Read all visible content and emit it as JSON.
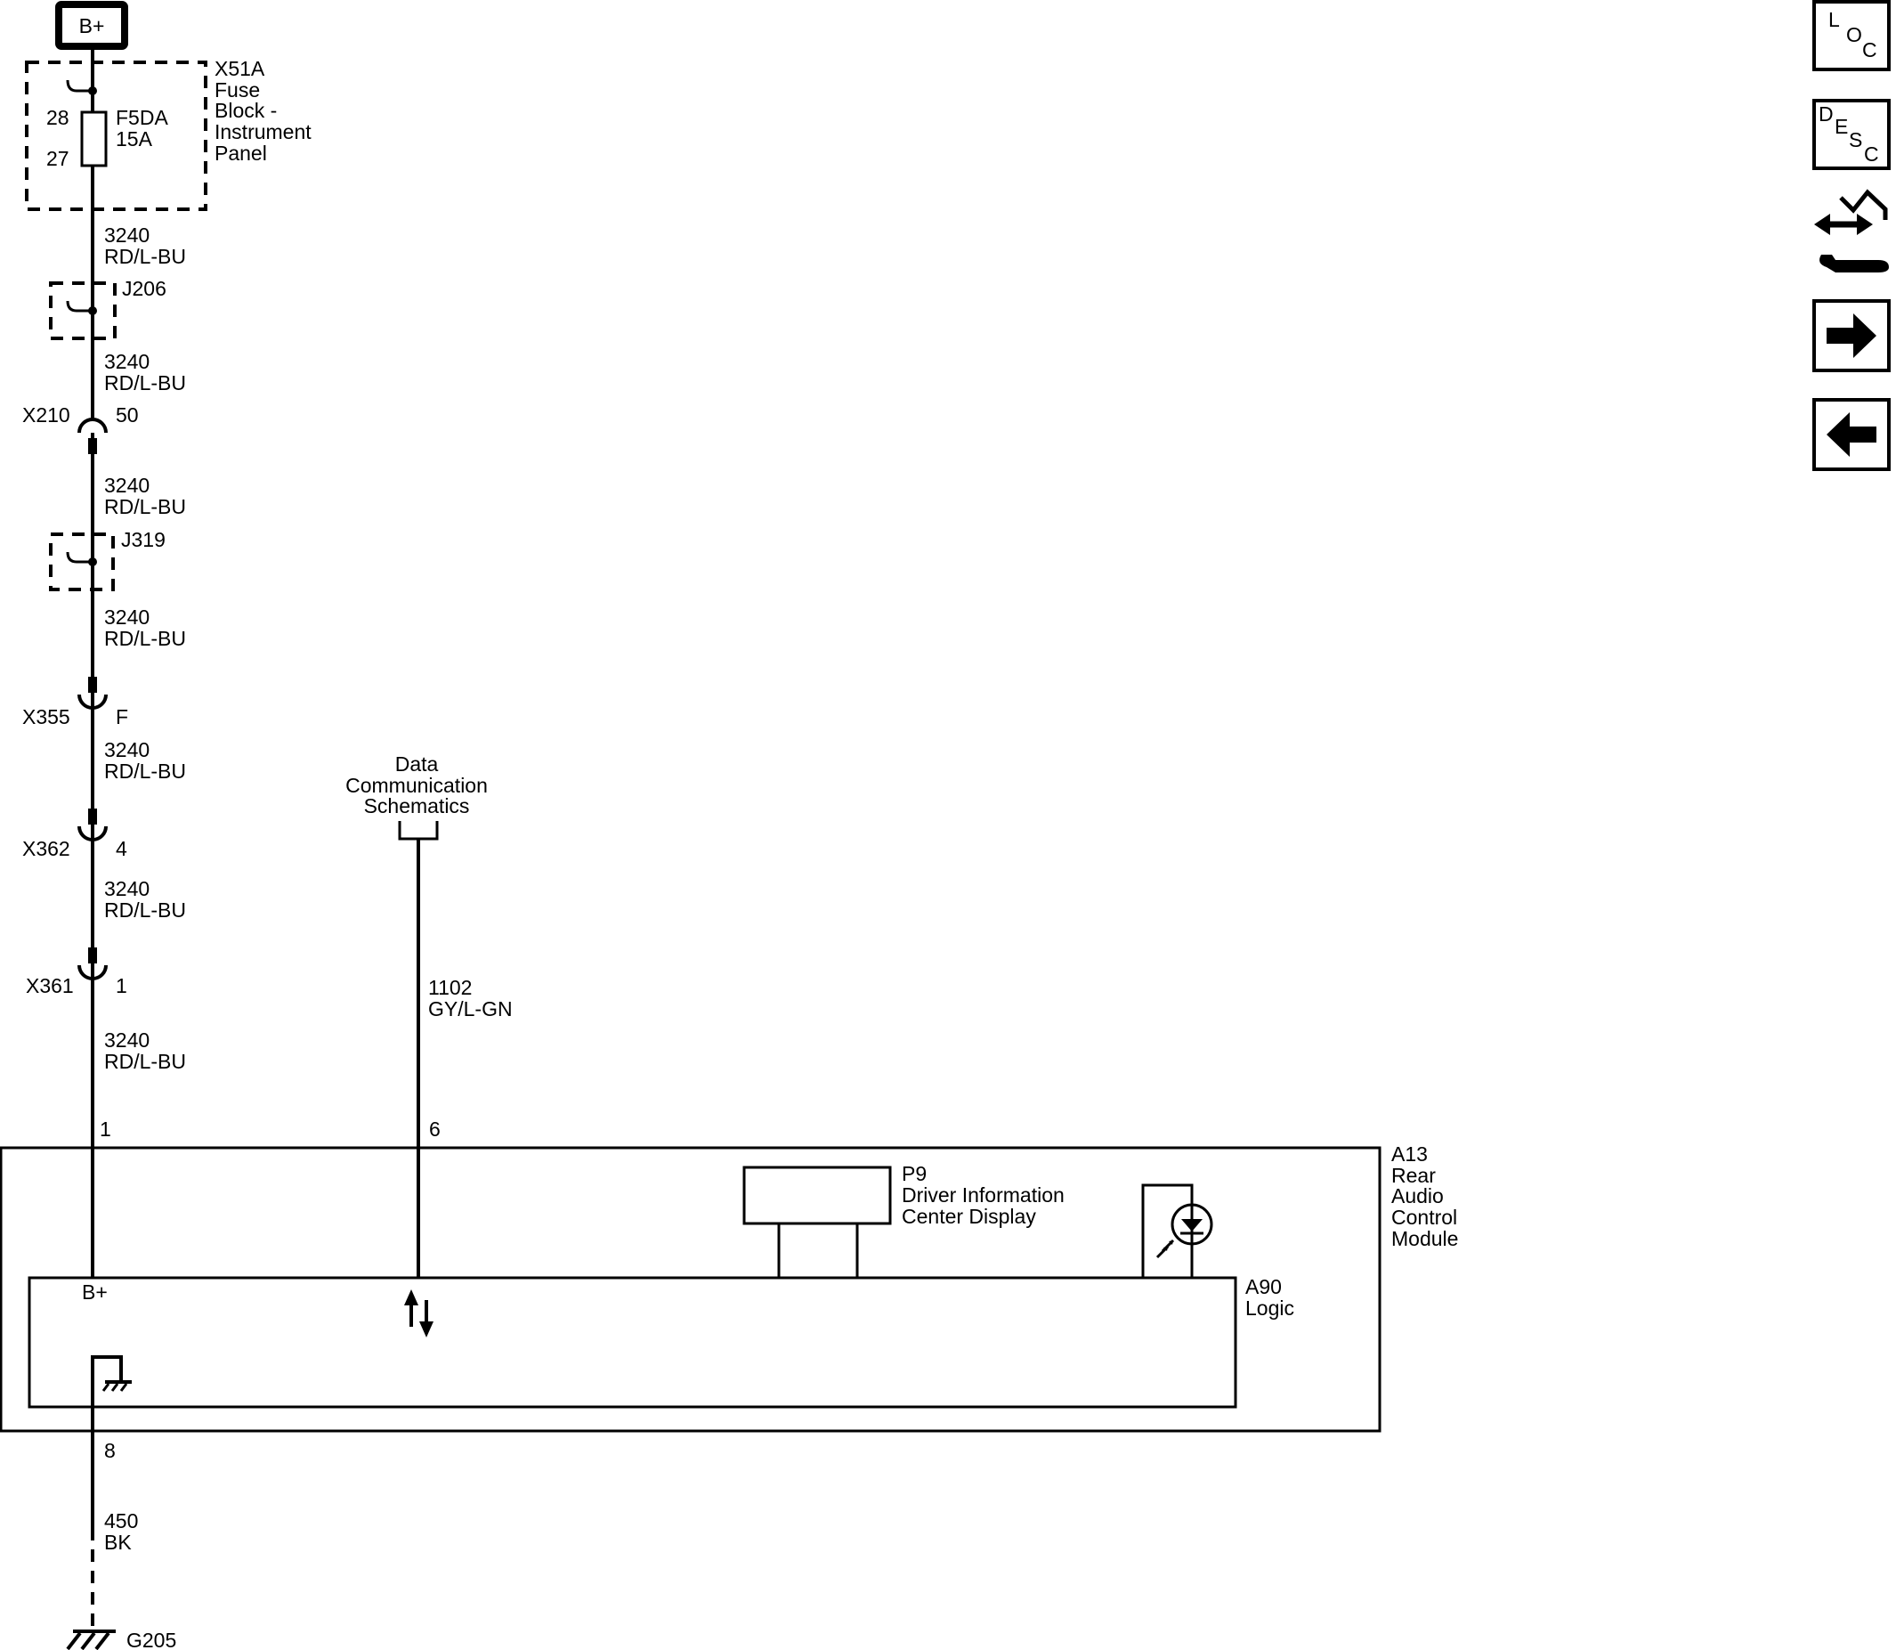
{
  "battery": {
    "label": "B+"
  },
  "fuse_block": {
    "name": "X51A",
    "desc": [
      "Fuse",
      "Block -",
      "Instrument",
      "Panel"
    ],
    "pin_top": "28",
    "pin_bottom": "27",
    "fuse_name": "F5DA",
    "fuse_rating": "15A"
  },
  "splices": [
    {
      "label": "J206"
    },
    {
      "label": "J319"
    }
  ],
  "connectors": [
    {
      "name": "X210",
      "pin": "50"
    },
    {
      "name": "X355",
      "pin": "F"
    },
    {
      "name": "X362",
      "pin": "4"
    },
    {
      "name": "X361",
      "pin": "1"
    }
  ],
  "wire_segments": [
    {
      "circuit": "3240",
      "color": "RD/L-BU"
    },
    {
      "circuit": "3240",
      "color": "RD/L-BU"
    },
    {
      "circuit": "3240",
      "color": "RD/L-BU"
    },
    {
      "circuit": "3240",
      "color": "RD/L-BU"
    },
    {
      "circuit": "3240",
      "color": "RD/L-BU"
    },
    {
      "circuit": "3240",
      "color": "RD/L-BU"
    },
    {
      "circuit": "3240",
      "color": "RD/L-BU"
    }
  ],
  "data_link": {
    "ref": [
      "Data",
      "Communication",
      "Schematics"
    ],
    "circuit": "1102",
    "color": "GY/L-GN"
  },
  "module": {
    "name": "A13",
    "desc": [
      "Rear",
      "Audio",
      "Control",
      "Module"
    ],
    "pin_power": "1",
    "pin_data": "6",
    "pin_ground": "8",
    "display": {
      "name": "P9",
      "desc": [
        "Driver Information",
        "Center Display"
      ]
    },
    "logic": {
      "name": "A90",
      "desc": "Logic",
      "bplus": "B+"
    }
  },
  "ground_wire": {
    "circuit": "450",
    "color": "BK"
  },
  "ground": {
    "label": "G205"
  },
  "nav": {
    "loc": [
      "L",
      "O",
      "C"
    ],
    "desc": [
      "D",
      "E",
      "S",
      "C"
    ]
  },
  "icons": [
    "connector-end-view-icon",
    "next-arrow-icon",
    "previous-arrow-icon"
  ]
}
